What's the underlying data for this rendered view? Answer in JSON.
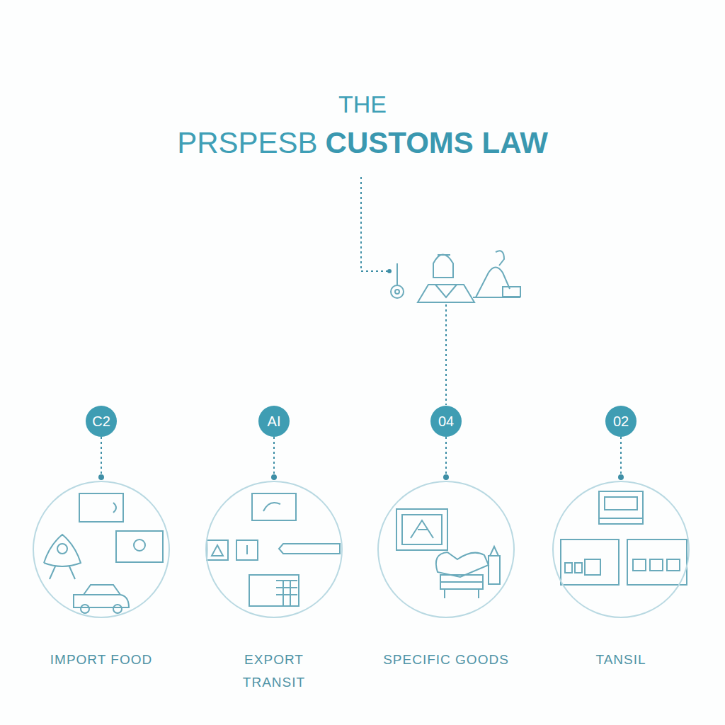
{
  "diagram": {
    "title": "THE",
    "nodes": [
      {
        "text": [
          "C2"
        ]
      },
      {
        "text": [
          "IMPORT FOOD"
        ]
      },
      {
        "text": [
          "AI"
        ]
      },
      {
        "text": [
          "EXPORT TRANSIT"
        ]
      },
      {
        "text": [
          "04"
        ]
      },
      {
        "text": [
          "SPECIFIC GOODS"
        ]
      },
      {
        "text": [
          "02"
        ]
      },
      {
        "text": [
          "TANSIL"
        ]
      }
    ],
    "edges": [
      {
        "from": 0,
        "to": 1,
        "arrow": "none"
      },
      {
        "from": 2,
        "to": 3,
        "arrow": "none"
      },
      {
        "from": 4,
        "to": 5,
        "arrow": "none"
      },
      {
        "from": 6,
        "to": 7,
        "arrow": "none"
      }
    ],
    "labels": [
      "PRSPESB",
      "CUSTOMS LAW"
    ]
  }
}
